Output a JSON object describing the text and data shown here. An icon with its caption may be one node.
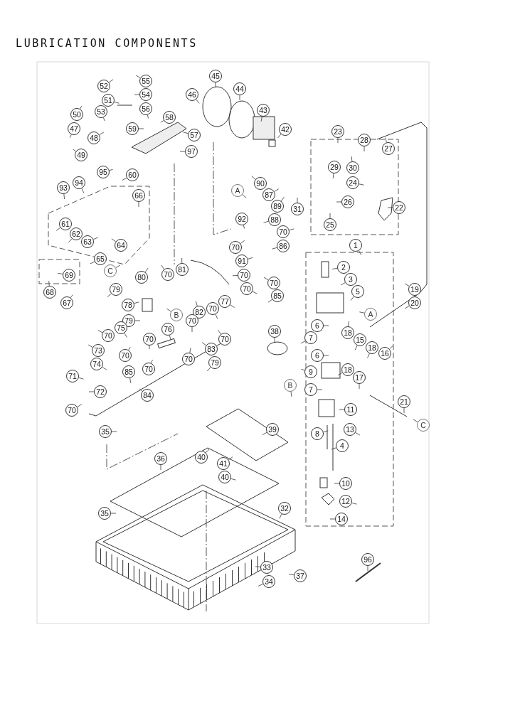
{
  "diagram": {
    "title": "LUBRICATION COMPONENTS",
    "nodes": [
      {
        "text": [
          "52"
        ]
      },
      {
        "text": [
          "55"
        ]
      },
      {
        "text": [
          "54"
        ]
      },
      {
        "text": [
          "51"
        ]
      },
      {
        "text": [
          "56"
        ]
      },
      {
        "text": [
          "53"
        ]
      },
      {
        "text": [
          "50"
        ]
      },
      {
        "text": [
          "47"
        ]
      },
      {
        "text": [
          "48"
        ]
      },
      {
        "text": [
          "49"
        ]
      },
      {
        "text": [
          "46"
        ]
      },
      {
        "text": [
          "45"
        ]
      },
      {
        "text": [
          "44"
        ]
      },
      {
        "text": [
          "43"
        ]
      },
      {
        "text": [
          "42"
        ]
      },
      {
        "text": [
          "58"
        ]
      },
      {
        "text": [
          "59"
        ]
      },
      {
        "text": [
          "57"
        ]
      },
      {
        "text": [
          "97"
        ]
      },
      {
        "text": [
          "95"
        ]
      },
      {
        "text": [
          "60"
        ]
      },
      {
        "text": [
          "93"
        ]
      },
      {
        "text": [
          "94"
        ]
      },
      {
        "text": [
          "66"
        ]
      },
      {
        "text": [
          "61"
        ]
      },
      {
        "text": [
          "62"
        ]
      },
      {
        "text": [
          "63"
        ]
      },
      {
        "text": [
          "64"
        ]
      },
      {
        "text": [
          "65"
        ]
      },
      {
        "text": [
          "C"
        ]
      },
      {
        "text": [
          "69"
        ]
      },
      {
        "text": [
          "68"
        ]
      },
      {
        "text": [
          "67"
        ]
      },
      {
        "text": [
          "80"
        ]
      },
      {
        "text": [
          "70"
        ]
      },
      {
        "text": [
          "81"
        ]
      },
      {
        "text": [
          "79"
        ]
      },
      {
        "text": [
          "78"
        ]
      },
      {
        "text": [
          "B"
        ]
      },
      {
        "text": [
          "79"
        ]
      },
      {
        "text": [
          "82"
        ]
      },
      {
        "text": [
          "70"
        ]
      },
      {
        "text": [
          "77"
        ]
      },
      {
        "text": [
          "70"
        ]
      },
      {
        "text": [
          "70"
        ]
      },
      {
        "text": [
          "83"
        ]
      },
      {
        "text": [
          "79"
        ]
      },
      {
        "text": [
          "76"
        ]
      },
      {
        "text": [
          "75"
        ]
      },
      {
        "text": [
          "70"
        ]
      },
      {
        "text": [
          "70"
        ]
      },
      {
        "text": [
          "73"
        ]
      },
      {
        "text": [
          "74"
        ]
      },
      {
        "text": [
          "70"
        ]
      },
      {
        "text": [
          "85"
        ]
      },
      {
        "text": [
          "70"
        ]
      },
      {
        "text": [
          "70"
        ]
      },
      {
        "text": [
          "71"
        ]
      },
      {
        "text": [
          "72"
        ]
      },
      {
        "text": [
          "84"
        ]
      },
      {
        "text": [
          "70"
        ]
      },
      {
        "text": [
          "A"
        ]
      },
      {
        "text": [
          "90"
        ]
      },
      {
        "text": [
          "87"
        ]
      },
      {
        "text": [
          "89"
        ]
      },
      {
        "text": [
          "88"
        ]
      },
      {
        "text": [
          "70"
        ]
      },
      {
        "text": [
          "86"
        ]
      },
      {
        "text": [
          "92"
        ]
      },
      {
        "text": [
          "70"
        ]
      },
      {
        "text": [
          "91"
        ]
      },
      {
        "text": [
          "70"
        ]
      },
      {
        "text": [
          "70"
        ]
      },
      {
        "text": [
          "70"
        ]
      },
      {
        "text": [
          "85"
        ]
      },
      {
        "text": [
          "23"
        ]
      },
      {
        "text": [
          "28"
        ]
      },
      {
        "text": [
          "27"
        ]
      },
      {
        "text": [
          "29"
        ]
      },
      {
        "text": [
          "30"
        ]
      },
      {
        "text": [
          "24"
        ]
      },
      {
        "text": [
          "31"
        ]
      },
      {
        "text": [
          "26"
        ]
      },
      {
        "text": [
          "22"
        ]
      },
      {
        "text": [
          "25"
        ]
      },
      {
        "text": [
          "1"
        ]
      },
      {
        "text": [
          "2"
        ]
      },
      {
        "text": [
          "3"
        ]
      },
      {
        "text": [
          "5"
        ]
      },
      {
        "text": [
          "19"
        ]
      },
      {
        "text": [
          "20"
        ]
      },
      {
        "text": [
          "A"
        ]
      },
      {
        "text": [
          "6"
        ]
      },
      {
        "text": [
          "7"
        ]
      },
      {
        "text": [
          "18"
        ]
      },
      {
        "text": [
          "15"
        ]
      },
      {
        "text": [
          "18"
        ]
      },
      {
        "text": [
          "16"
        ]
      },
      {
        "text": [
          "38"
        ]
      },
      {
        "text": [
          "6"
        ]
      },
      {
        "text": [
          "9"
        ]
      },
      {
        "text": [
          "18"
        ]
      },
      {
        "text": [
          "17"
        ]
      },
      {
        "text": [
          "B"
        ]
      },
      {
        "text": [
          "7"
        ]
      },
      {
        "text": [
          "21"
        ]
      },
      {
        "text": [
          "11"
        ]
      },
      {
        "text": [
          "C"
        ]
      },
      {
        "text": [
          "39"
        ]
      },
      {
        "text": [
          "8"
        ]
      },
      {
        "text": [
          "13"
        ]
      },
      {
        "text": [
          "35"
        ]
      },
      {
        "text": [
          "4"
        ]
      },
      {
        "text": [
          "40"
        ]
      },
      {
        "text": [
          "36"
        ]
      },
      {
        "text": [
          "41"
        ]
      },
      {
        "text": [
          "40"
        ]
      },
      {
        "text": [
          "10"
        ]
      },
      {
        "text": [
          "12"
        ]
      },
      {
        "text": [
          "32"
        ]
      },
      {
        "text": [
          "35"
        ]
      },
      {
        "text": [
          "14"
        ]
      },
      {
        "text": [
          "96"
        ]
      },
      {
        "text": [
          "33"
        ]
      },
      {
        "text": [
          "37"
        ]
      },
      {
        "text": [
          "34"
        ]
      }
    ],
    "edges": [
      {
        "from": 0,
        "to": null,
        "arrow": "none"
      },
      {
        "from": 1,
        "to": null,
        "arrow": "none"
      },
      {
        "from": 2,
        "to": null,
        "arrow": "none"
      },
      {
        "from": 3,
        "to": null,
        "arrow": "none"
      },
      {
        "from": 4,
        "to": null,
        "arrow": "none"
      },
      {
        "from": 5,
        "to": null,
        "arrow": "none"
      },
      {
        "from": 6,
        "to": null,
        "arrow": "none"
      },
      {
        "from": 7,
        "to": null,
        "arrow": "none"
      },
      {
        "from": 8,
        "to": null,
        "arrow": "none"
      },
      {
        "from": 9,
        "to": null,
        "arrow": "none"
      },
      {
        "from": 10,
        "to": null,
        "arrow": "none"
      },
      {
        "from": 11,
        "to": null,
        "arrow": "none"
      },
      {
        "from": 12,
        "to": null,
        "arrow": "none"
      },
      {
        "from": 13,
        "to": null,
        "arrow": "none"
      },
      {
        "from": 14,
        "to": null,
        "arrow": "none"
      },
      {
        "from": 15,
        "to": null,
        "arrow": "none"
      },
      {
        "from": 16,
        "to": null,
        "arrow": "none"
      },
      {
        "from": 17,
        "to": null,
        "arrow": "none"
      },
      {
        "from": 18,
        "to": null,
        "arrow": "none"
      },
      {
        "from": 19,
        "to": null,
        "arrow": "none"
      },
      {
        "from": 20,
        "to": null,
        "arrow": "none"
      },
      {
        "from": 21,
        "to": null,
        "arrow": "none"
      },
      {
        "from": 22,
        "to": null,
        "arrow": "none"
      },
      {
        "from": 23,
        "to": null,
        "arrow": "none"
      },
      {
        "from": 24,
        "to": null,
        "arrow": "none"
      },
      {
        "from": 25,
        "to": null,
        "arrow": "none"
      },
      {
        "from": 26,
        "to": null,
        "arrow": "none"
      },
      {
        "from": 27,
        "to": null,
        "arrow": "none"
      },
      {
        "from": 28,
        "to": null,
        "arrow": "none"
      },
      {
        "from": 29,
        "to": null,
        "arrow": "none"
      },
      {
        "from": 30,
        "to": null,
        "arrow": "none"
      },
      {
        "from": 31,
        "to": null,
        "arrow": "none"
      },
      {
        "from": 32,
        "to": null,
        "arrow": "none"
      },
      {
        "from": 33,
        "to": null,
        "arrow": "none"
      },
      {
        "from": 34,
        "to": null,
        "arrow": "none"
      },
      {
        "from": 35,
        "to": null,
        "arrow": "none"
      },
      {
        "from": 36,
        "to": null,
        "arrow": "none"
      },
      {
        "from": 37,
        "to": null,
        "arrow": "none"
      },
      {
        "from": 38,
        "to": null,
        "arrow": "none"
      },
      {
        "from": 39,
        "to": null,
        "arrow": "none"
      },
      {
        "from": 40,
        "to": null,
        "arrow": "none"
      },
      {
        "from": 41,
        "to": null,
        "arrow": "none"
      },
      {
        "from": 42,
        "to": null,
        "arrow": "none"
      },
      {
        "from": 43,
        "to": null,
        "arrow": "none"
      },
      {
        "from": 44,
        "to": null,
        "arrow": "none"
      },
      {
        "from": 45,
        "to": null,
        "arrow": "none"
      },
      {
        "from": 46,
        "to": null,
        "arrow": "none"
      },
      {
        "from": 47,
        "to": null,
        "arrow": "none"
      },
      {
        "from": 48,
        "to": null,
        "arrow": "none"
      },
      {
        "from": 49,
        "to": null,
        "arrow": "none"
      },
      {
        "from": 50,
        "to": null,
        "arrow": "none"
      },
      {
        "from": 51,
        "to": null,
        "arrow": "none"
      },
      {
        "from": 52,
        "to": null,
        "arrow": "none"
      },
      {
        "from": 53,
        "to": null,
        "arrow": "none"
      },
      {
        "from": 54,
        "to": null,
        "arrow": "none"
      },
      {
        "from": 55,
        "to": null,
        "arrow": "none"
      },
      {
        "from": 56,
        "to": null,
        "arrow": "none"
      },
      {
        "from": 57,
        "to": null,
        "arrow": "none"
      },
      {
        "from": 58,
        "to": null,
        "arrow": "none"
      },
      {
        "from": 59,
        "to": null,
        "arrow": "none"
      },
      {
        "from": 60,
        "to": null,
        "arrow": "none"
      },
      {
        "from": 61,
        "to": null,
        "arrow": "none"
      },
      {
        "from": 62,
        "to": null,
        "arrow": "none"
      },
      {
        "from": 63,
        "to": null,
        "arrow": "none"
      },
      {
        "from": 64,
        "to": null,
        "arrow": "none"
      },
      {
        "from": 65,
        "to": null,
        "arrow": "none"
      },
      {
        "from": 66,
        "to": null,
        "arrow": "none"
      },
      {
        "from": 67,
        "to": null,
        "arrow": "none"
      },
      {
        "from": 68,
        "to": null,
        "arrow": "none"
      },
      {
        "from": 69,
        "to": null,
        "arrow": "none"
      },
      {
        "from": 70,
        "to": null,
        "arrow": "none"
      },
      {
        "from": 71,
        "to": null,
        "arrow": "none"
      },
      {
        "from": 72,
        "to": null,
        "arrow": "none"
      },
      {
        "from": 73,
        "to": null,
        "arrow": "none"
      },
      {
        "from": 74,
        "to": null,
        "arrow": "none"
      },
      {
        "from": 75,
        "to": null,
        "arrow": "none"
      },
      {
        "from": 76,
        "to": null,
        "arrow": "none"
      },
      {
        "from": 77,
        "to": null,
        "arrow": "none"
      },
      {
        "from": 78,
        "to": null,
        "arrow": "none"
      },
      {
        "from": 79,
        "to": null,
        "arrow": "none"
      },
      {
        "from": 80,
        "to": null,
        "arrow": "none"
      },
      {
        "from": 81,
        "to": null,
        "arrow": "none"
      },
      {
        "from": 82,
        "to": null,
        "arrow": "none"
      },
      {
        "from": 83,
        "to": null,
        "arrow": "none"
      },
      {
        "from": 84,
        "to": null,
        "arrow": "none"
      },
      {
        "from": 85,
        "to": null,
        "arrow": "none"
      },
      {
        "from": 86,
        "to": null,
        "arrow": "none"
      },
      {
        "from": 87,
        "to": null,
        "arrow": "none"
      },
      {
        "from": 88,
        "to": null,
        "arrow": "none"
      },
      {
        "from": 89,
        "to": null,
        "arrow": "none"
      },
      {
        "from": 90,
        "to": null,
        "arrow": "none"
      },
      {
        "from": 91,
        "to": null,
        "arrow": "none"
      },
      {
        "from": 92,
        "to": null,
        "arrow": "none"
      },
      {
        "from": 93,
        "to": null,
        "arrow": "none"
      },
      {
        "from": 94,
        "to": null,
        "arrow": "none"
      },
      {
        "from": 95,
        "to": null,
        "arrow": "none"
      },
      {
        "from": 96,
        "to": null,
        "arrow": "none"
      },
      {
        "from": 97,
        "to": null,
        "arrow": "none"
      },
      {
        "from": 98,
        "to": null,
        "arrow": "none"
      },
      {
        "from": 99,
        "to": null,
        "arrow": "none"
      },
      {
        "from": 100,
        "to": null,
        "arrow": "none"
      },
      {
        "from": 101,
        "to": null,
        "arrow": "none"
      },
      {
        "from": 102,
        "to": null,
        "arrow": "none"
      },
      {
        "from": 103,
        "to": null,
        "arrow": "none"
      },
      {
        "from": 104,
        "to": null,
        "arrow": "none"
      },
      {
        "from": 105,
        "to": null,
        "arrow": "none"
      },
      {
        "from": 106,
        "to": null,
        "arrow": "none"
      },
      {
        "from": 107,
        "to": null,
        "arrow": "none"
      },
      {
        "from": 108,
        "to": null,
        "arrow": "none"
      },
      {
        "from": 109,
        "to": null,
        "arrow": "none"
      },
      {
        "from": 110,
        "to": null,
        "arrow": "none"
      },
      {
        "from": 111,
        "to": null,
        "arrow": "none"
      },
      {
        "from": 112,
        "to": null,
        "arrow": "none"
      },
      {
        "from": 113,
        "to": null,
        "arrow": "none"
      },
      {
        "from": 114,
        "to": null,
        "arrow": "none"
      },
      {
        "from": 115,
        "to": null,
        "arrow": "none"
      },
      {
        "from": 116,
        "to": null,
        "arrow": "none"
      },
      {
        "from": 117,
        "to": null,
        "arrow": "none"
      },
      {
        "from": 118,
        "to": null,
        "arrow": "none"
      },
      {
        "from": 119,
        "to": null,
        "arrow": "none"
      },
      {
        "from": 120,
        "to": null,
        "arrow": "none"
      },
      {
        "from": 121,
        "to": null,
        "arrow": "none"
      },
      {
        "from": 122,
        "to": null,
        "arrow": "none"
      },
      {
        "from": 123,
        "to": null,
        "arrow": "none"
      },
      {
        "from": 124,
        "to": null,
        "arrow": "none"
      },
      {
        "from": 125,
        "to": null,
        "arrow": "none"
      }
    ]
  }
}
